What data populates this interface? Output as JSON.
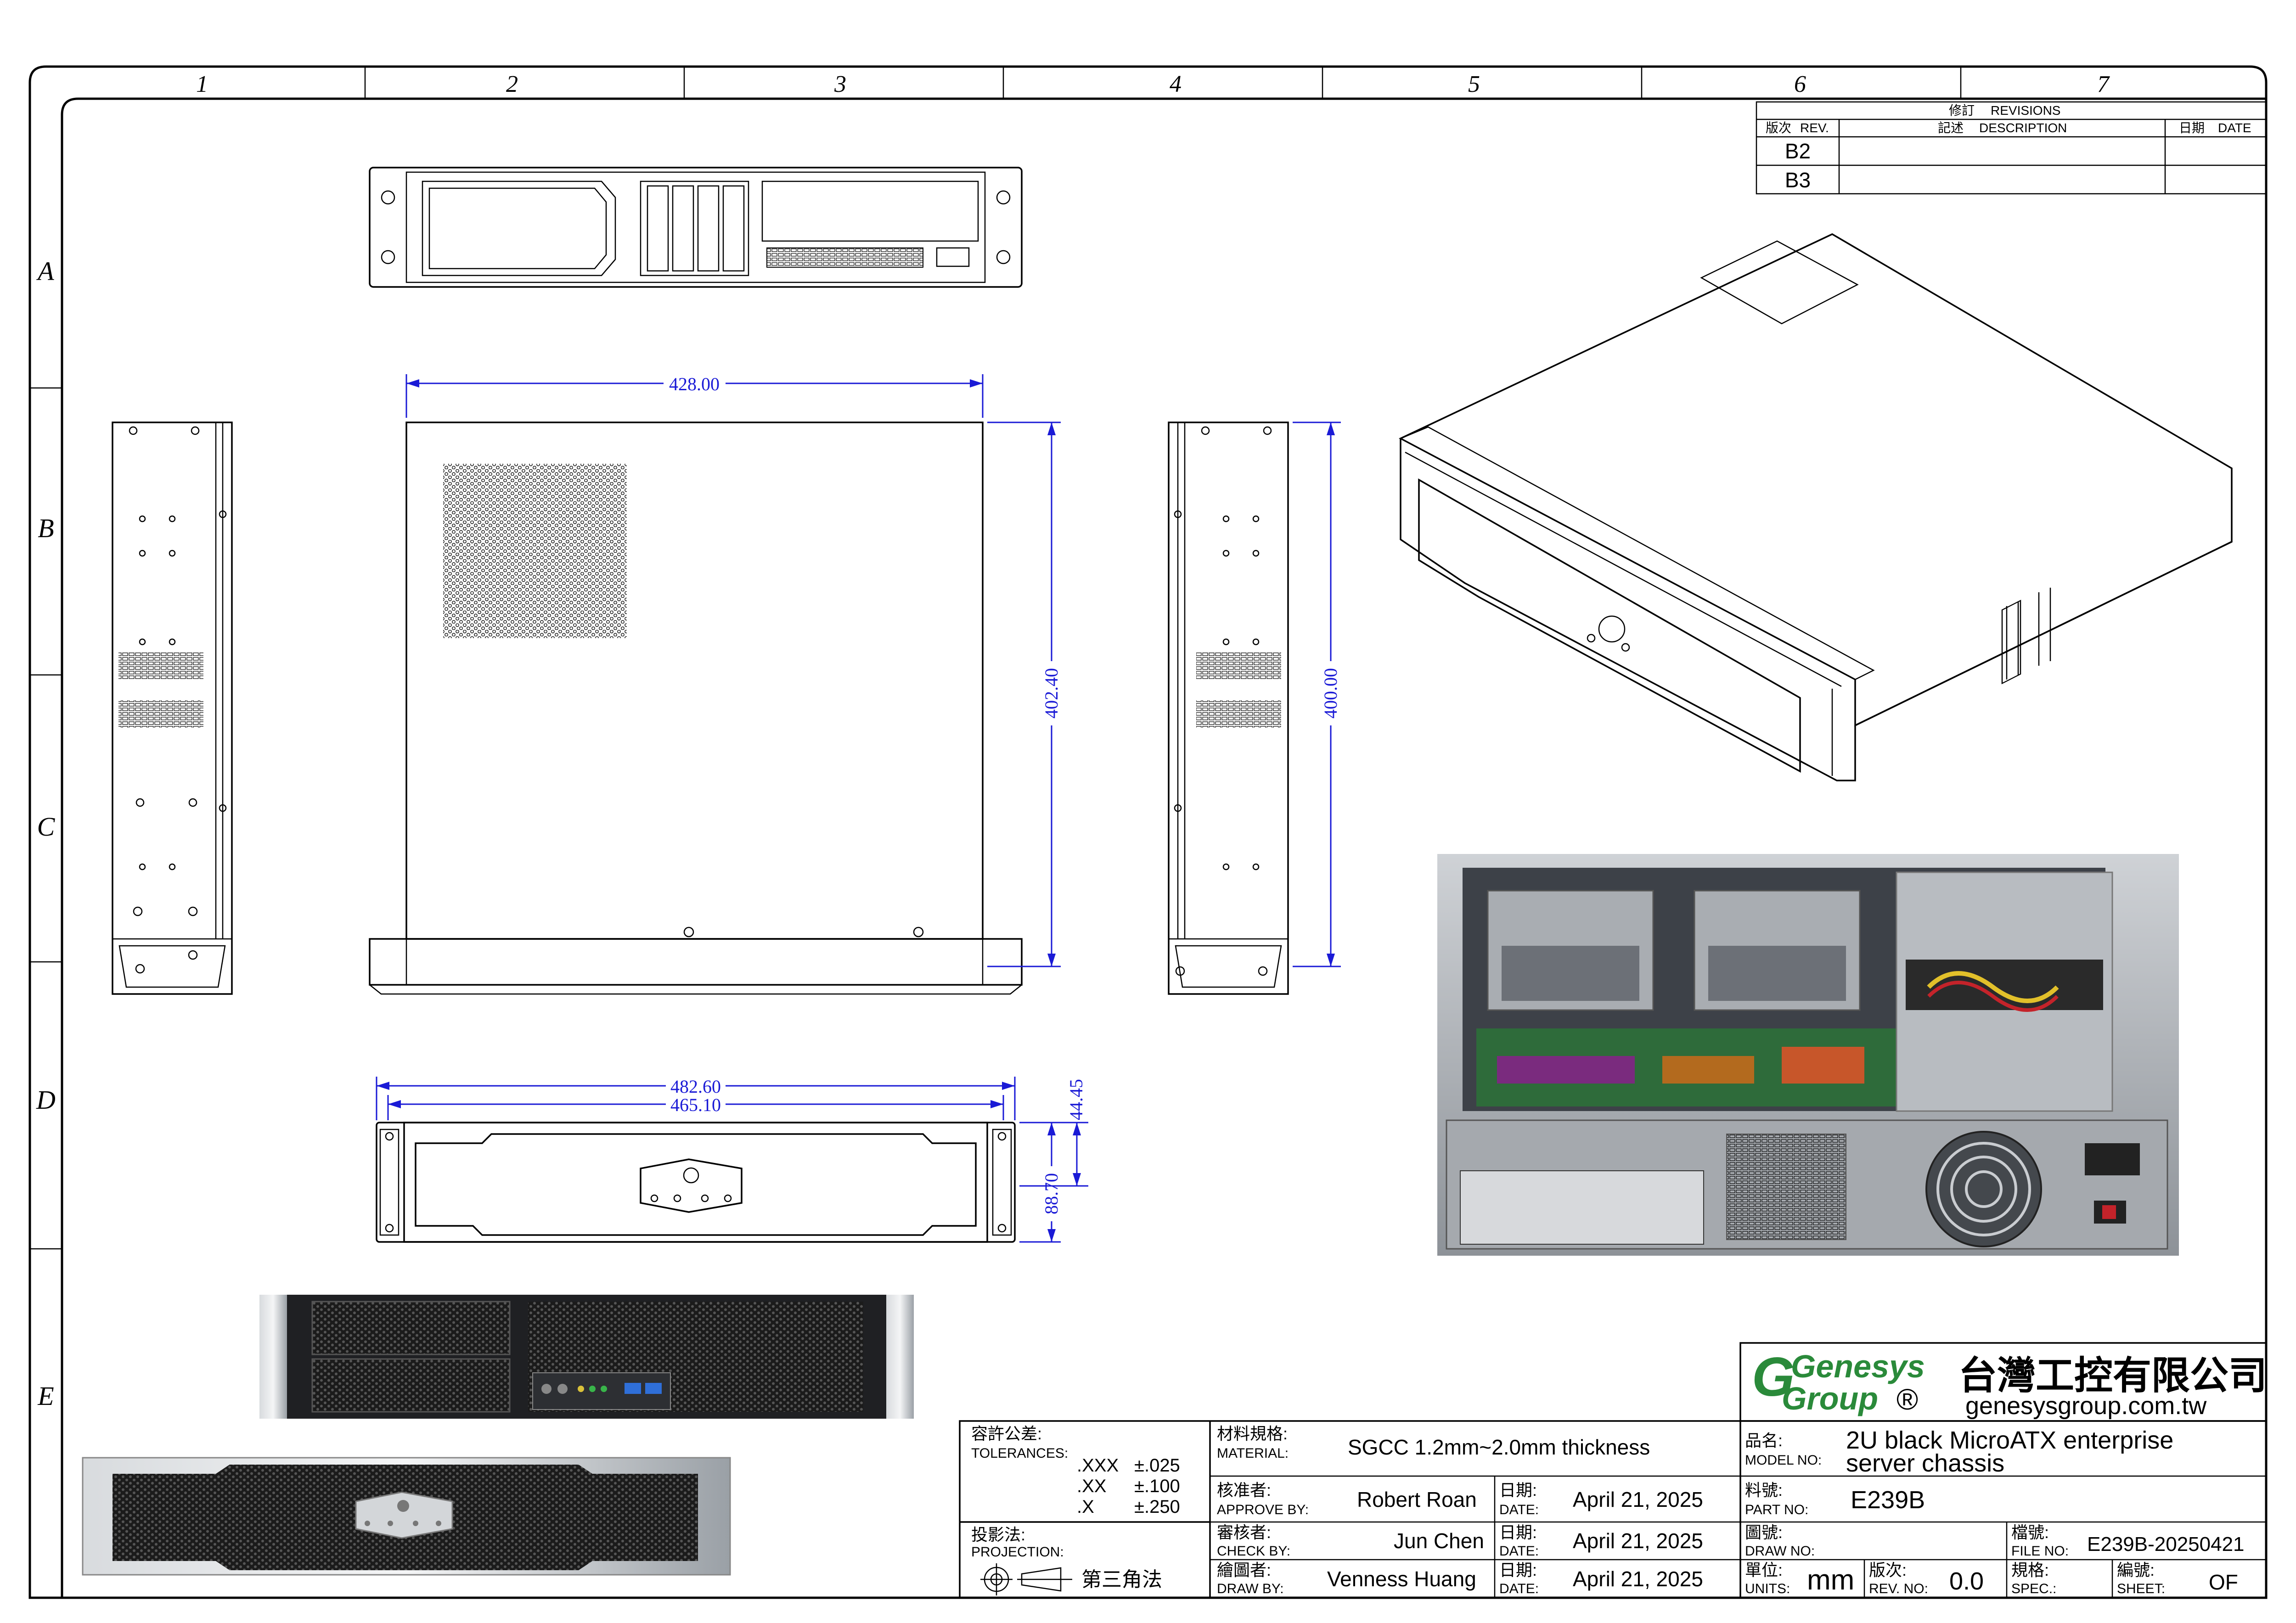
{
  "zones": {
    "cols": [
      "1",
      "2",
      "3",
      "4",
      "5",
      "6",
      "7"
    ],
    "rows": [
      "A",
      "B",
      "C",
      "D",
      "E"
    ]
  },
  "revisions": {
    "title_cn": "修訂",
    "title_en": "REVISIONS",
    "rev_cn": "版次",
    "rev_en": "REV.",
    "desc_cn": "記述",
    "desc_en": "DESCRIPTION",
    "date_cn": "日期",
    "date_en": "DATE",
    "rows": [
      "B2",
      "B3"
    ]
  },
  "dimensions": {
    "top_width": "428.00",
    "depth_402": "402.40",
    "depth_400": "400.00",
    "front_width_outer": "482.60",
    "front_width_inner": "465.10",
    "front_height_small": "44.45",
    "front_height_large": "88.70"
  },
  "title_block": {
    "company_logo_top": "Genesys",
    "company_logo_bottom": "Group",
    "company_logo_mark": "®",
    "company_cn": "台灣工控有限公司",
    "company_web": "genesysgroup.com.tw",
    "tolerances_cn": "容許公差:",
    "tolerances_en": "TOLERANCES:",
    "tol_xxx": ".XXX",
    "tol_xxx_val": "±.025",
    "tol_xx": ".XX",
    "tol_xx_val": "±.100",
    "tol_x": ".X",
    "tol_x_val": "±.250",
    "projection_cn": "投影法:",
    "projection_en": "PROJECTION:",
    "projection_value": "第三角法",
    "material_cn": "材料規格:",
    "material_en": "MATERIAL:",
    "material_value": "SGCC 1.2mm~2.0mm thickness",
    "approve_cn": "核准者:",
    "approve_en": "APPROVE  BY:",
    "approve_value": "Robert Roan",
    "check_cn": "審核者:",
    "check_en": "CHECK  BY:",
    "check_value": "Jun Chen",
    "draw_cn": "繪圖者:",
    "draw_en": "DRAW  BY:",
    "draw_value": "Venness Huang",
    "date_cn": "日期:",
    "date_en": "DATE:",
    "approve_date": "April 21, 2025",
    "check_date": "April 21, 2025",
    "draw_date": "April 21, 2025",
    "model_cn": "品名:",
    "model_en": "MODEL  NO:",
    "model_line1": "2U black MicroATX enterprise",
    "model_line2": "server chassis",
    "part_cn": "料號:",
    "part_en": "PART  NO:",
    "part_value": "E239B",
    "drawno_cn": "圖號:",
    "drawno_en": "DRAW  NO:",
    "file_cn": "檔號:",
    "file_en": "FILE  NO:",
    "file_value": "E239B-20250421",
    "units_cn": "單位:",
    "units_en": "UNITS:",
    "units_value": "mm",
    "rev_cn": "版次:",
    "rev_en": "REV.  NO:",
    "rev_value": "0.0",
    "spec_cn": "規格:",
    "spec_en": "SPEC.:",
    "sheet_cn": "編號:",
    "sheet_en": "SHEET:",
    "sheet_value": "OF"
  },
  "colors": {
    "dimension_blue": "#1a1ad6",
    "logo_green": "#2a8a3a"
  }
}
